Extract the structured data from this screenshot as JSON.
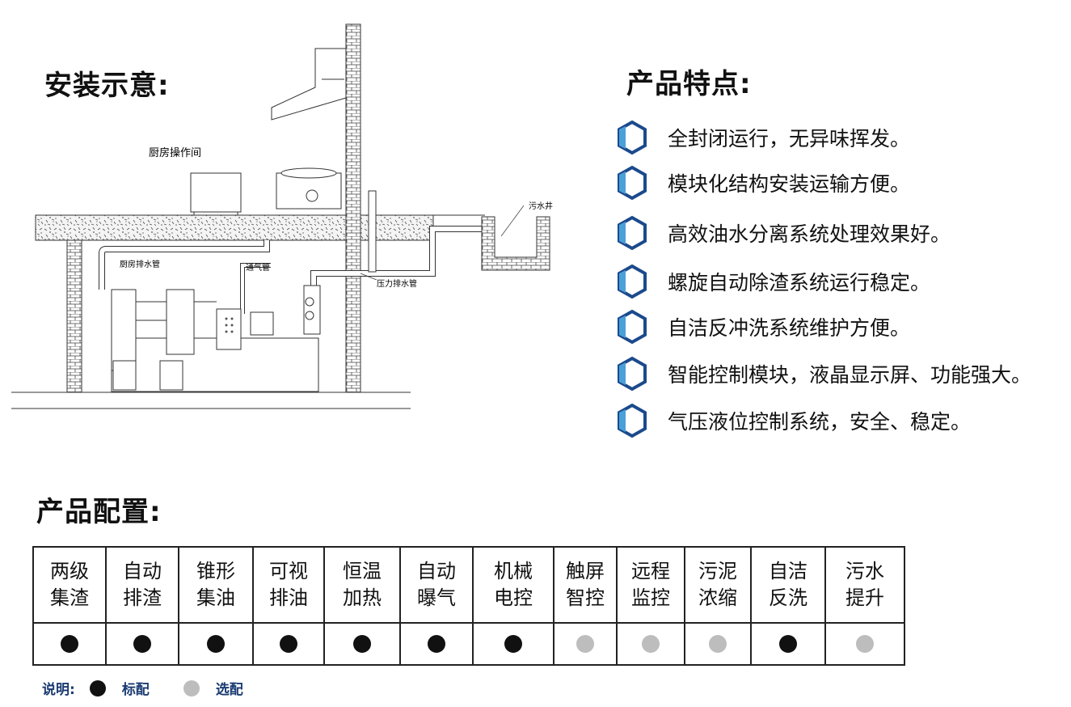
{
  "install_title": "安装示意:",
  "features_title": "产品特点:",
  "config_title": "产品配置:",
  "diagram": {
    "labels": {
      "kitchen": "厨房操作间",
      "kitchen_drain": "厨房排水管",
      "vent_pipe": "通气管",
      "pressure_drain": "压力排水管",
      "sewage_well": "污水井"
    }
  },
  "features": [
    "全封闭运行，无异味挥发。",
    "模块化结构安装运输方便。",
    "高效油水分离系统处理效果好。",
    "螺旋自动除渣系统运行稳定。",
    "自洁反冲洗系统维护方便。",
    "智能控制模块，液晶显示屏、功能强大。",
    "气压液位控制系统，安全、稳定。"
  ],
  "config": [
    {
      "l1": "两级",
      "l2": "集渣",
      "mark": "standard"
    },
    {
      "l1": "自动",
      "l2": "排渣",
      "mark": "standard"
    },
    {
      "l1": "锥形",
      "l2": "集油",
      "mark": "standard"
    },
    {
      "l1": "可视",
      "l2": "排油",
      "mark": "standard"
    },
    {
      "l1": "恒温",
      "l2": "加热",
      "mark": "standard"
    },
    {
      "l1": "自动",
      "l2": "曝气",
      "mark": "standard"
    },
    {
      "l1": "机械",
      "l2": "电控",
      "mark": "standard"
    },
    {
      "l1": "触屏",
      "l2": "智控",
      "mark": "optional"
    },
    {
      "l1": "远程",
      "l2": "监控",
      "mark": "optional"
    },
    {
      "l1": "污泥",
      "l2": "浓缩",
      "mark": "optional"
    },
    {
      "l1": "自洁",
      "l2": "反洗",
      "mark": "standard"
    },
    {
      "l1": "污水",
      "l2": "提升",
      "mark": "optional"
    }
  ],
  "legend": {
    "label": "说明:",
    "standard": "标配",
    "optional": "选配"
  },
  "colors": {
    "standard": "#111111",
    "optional": "#bdbdbd",
    "hexagon_dark": "#1b4a8c",
    "hexagon_light": "#4aa0d8",
    "legend_text": "#1b3b72"
  }
}
